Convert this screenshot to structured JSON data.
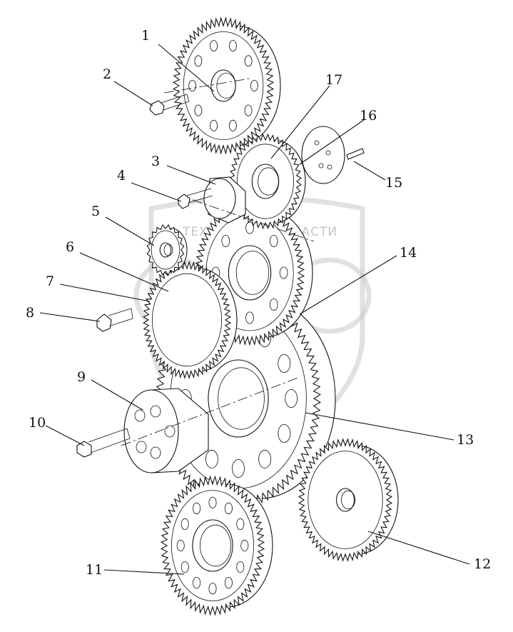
{
  "watermark": {
    "text": "ТЕХНИКА И ЗАПЧАСТИ",
    "emblem": "ЭТФ-emblem"
  },
  "callouts": [
    {
      "id": "label-1",
      "text": "1"
    },
    {
      "id": "label-2",
      "text": "2"
    },
    {
      "id": "label-3",
      "text": "3"
    },
    {
      "id": "label-4",
      "text": "4"
    },
    {
      "id": "label-5",
      "text": "5"
    },
    {
      "id": "label-6",
      "text": "6"
    },
    {
      "id": "label-7",
      "text": "7"
    },
    {
      "id": "label-8",
      "text": "8"
    },
    {
      "id": "label-9",
      "text": "9"
    },
    {
      "id": "label-10",
      "text": "10"
    },
    {
      "id": "label-11",
      "text": "11"
    },
    {
      "id": "label-12",
      "text": "12"
    },
    {
      "id": "label-13",
      "text": "13"
    },
    {
      "id": "label-14",
      "text": "14"
    },
    {
      "id": "label-15",
      "text": "15"
    },
    {
      "id": "label-16",
      "text": "16"
    },
    {
      "id": "label-17",
      "text": "17"
    }
  ]
}
